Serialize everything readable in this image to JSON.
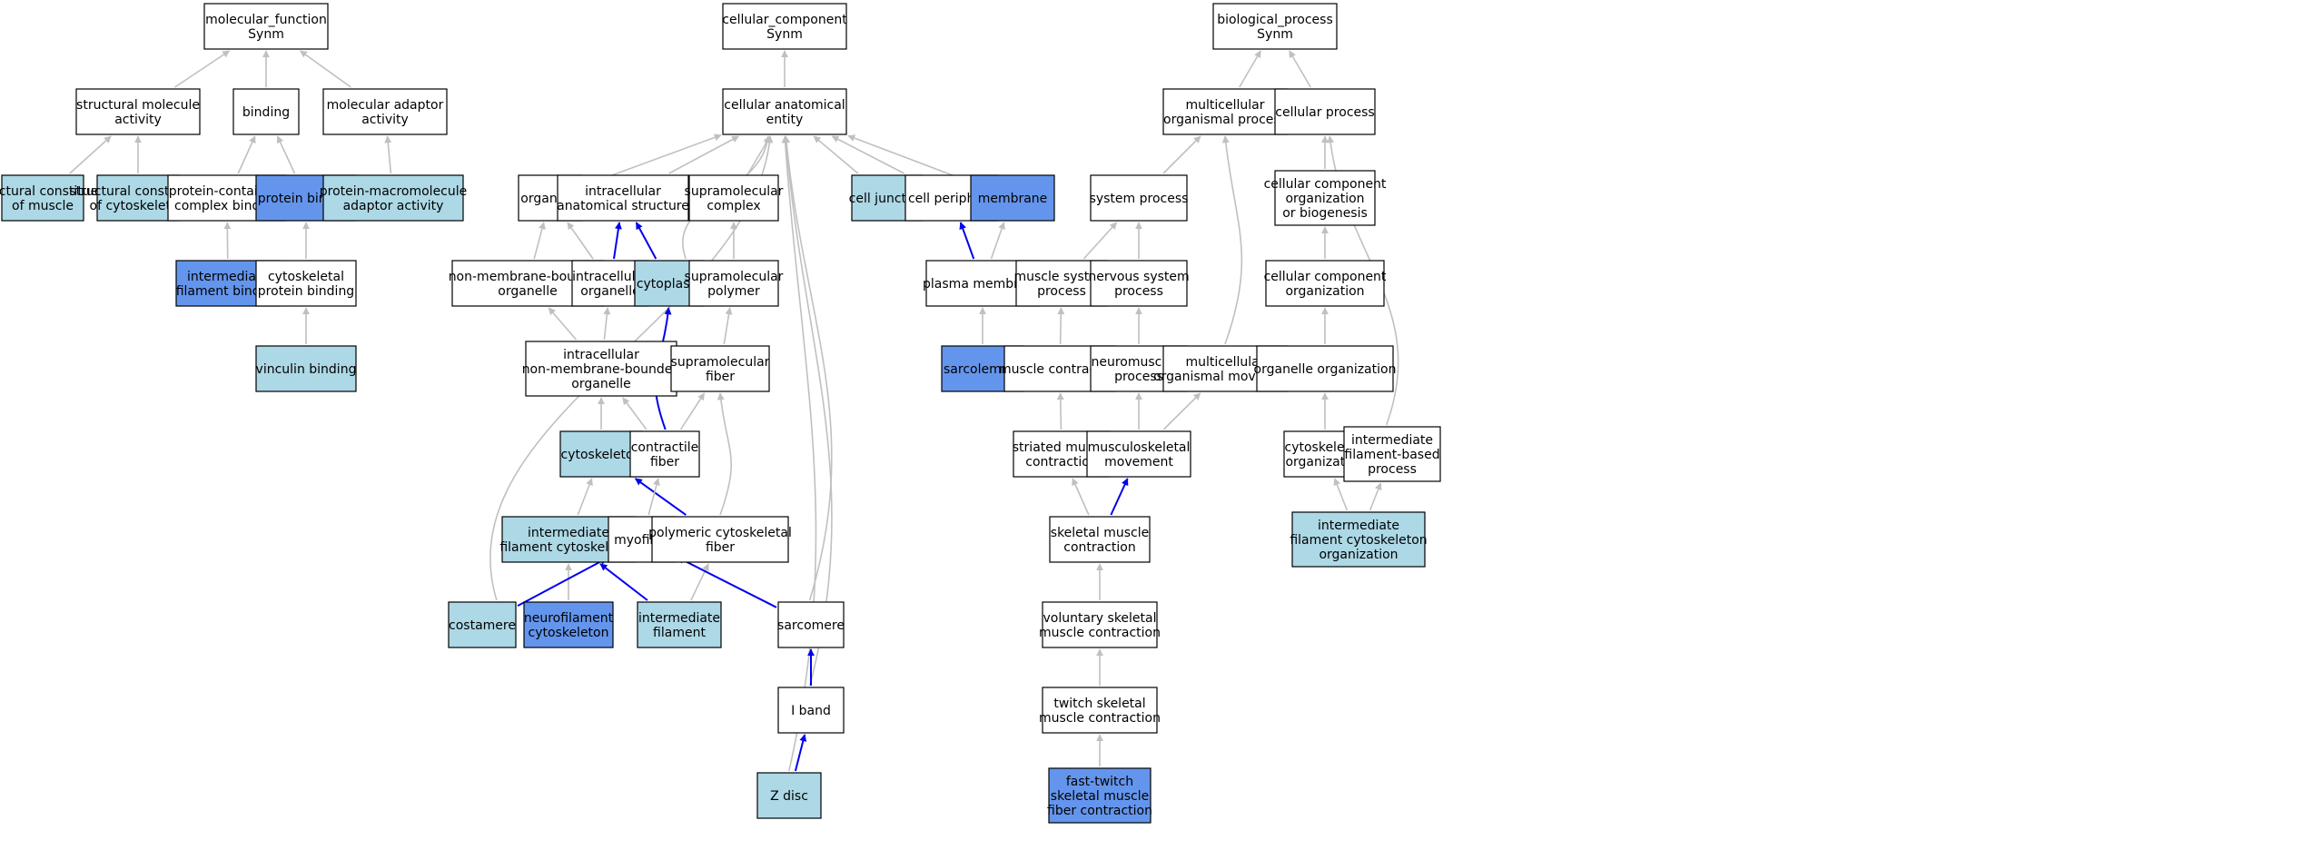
{
  "colors": {
    "plain": "#ffffff",
    "light": "#add8e6",
    "dark": "#6495ed",
    "edge_gray": "#c0c0c0",
    "edge_blue": "#0000ee"
  },
  "nodes": [
    {
      "id": "mf",
      "label": [
        "molecular_function",
        "Synm"
      ],
      "style": "plain"
    },
    {
      "id": "cc",
      "label": [
        "cellular_component",
        "Synm"
      ],
      "style": "plain"
    },
    {
      "id": "bp",
      "label": [
        "biological_process",
        "Synm"
      ],
      "style": "plain"
    },
    {
      "id": "sma",
      "label": [
        "structural molecule",
        "activity"
      ],
      "style": "plain"
    },
    {
      "id": "binding",
      "label": [
        "binding"
      ],
      "style": "plain"
    },
    {
      "id": "mad",
      "label": [
        "molecular adaptor",
        "activity"
      ],
      "style": "plain"
    },
    {
      "id": "cae",
      "label": [
        "cellular anatomical",
        "entity"
      ],
      "style": "plain"
    },
    {
      "id": "mop",
      "label": [
        "multicellular",
        "organismal process"
      ],
      "style": "plain"
    },
    {
      "id": "cp",
      "label": [
        "cellular process"
      ],
      "style": "plain"
    },
    {
      "id": "scm",
      "label": [
        "structural constituent",
        "of muscle"
      ],
      "style": "light"
    },
    {
      "id": "scc",
      "label": [
        "structural constituent",
        "of cytoskeleton"
      ],
      "style": "light"
    },
    {
      "id": "pccb",
      "label": [
        "protein-containing",
        "complex binding"
      ],
      "style": "plain"
    },
    {
      "id": "pb",
      "label": [
        "protein binding"
      ],
      "style": "dark"
    },
    {
      "id": "pmaa",
      "label": [
        "protein-macromolecule",
        "adaptor activity"
      ],
      "style": "light"
    },
    {
      "id": "organelle",
      "label": [
        "organelle"
      ],
      "style": "plain"
    },
    {
      "id": "ias",
      "label": [
        "intracellular",
        "anatomical structure"
      ],
      "style": "plain"
    },
    {
      "id": "smc",
      "label": [
        "supramolecular",
        "complex"
      ],
      "style": "plain"
    },
    {
      "id": "cj",
      "label": [
        "cell junction"
      ],
      "style": "light"
    },
    {
      "id": "cper",
      "label": [
        "cell periphery"
      ],
      "style": "plain"
    },
    {
      "id": "membrane",
      "label": [
        "membrane"
      ],
      "style": "dark"
    },
    {
      "id": "sysp",
      "label": [
        "system process"
      ],
      "style": "plain"
    },
    {
      "id": "ccob",
      "label": [
        "cellular component",
        "organization",
        "or biogenesis"
      ],
      "style": "plain"
    },
    {
      "id": "ifb",
      "label": [
        "intermediate",
        "filament binding"
      ],
      "style": "dark"
    },
    {
      "id": "cpb",
      "label": [
        "cytoskeletal",
        "protein binding"
      ],
      "style": "plain"
    },
    {
      "id": "nmbo",
      "label": [
        "non-membrane-bounded",
        "organelle"
      ],
      "style": "plain"
    },
    {
      "id": "io",
      "label": [
        "intracellular",
        "organelle"
      ],
      "style": "plain"
    },
    {
      "id": "cyto",
      "label": [
        "cytoplasm"
      ],
      "style": "light"
    },
    {
      "id": "smp",
      "label": [
        "supramolecular",
        "polymer"
      ],
      "style": "plain"
    },
    {
      "id": "pm",
      "label": [
        "plasma membrane"
      ],
      "style": "plain"
    },
    {
      "id": "msp",
      "label": [
        "muscle system",
        "process"
      ],
      "style": "plain"
    },
    {
      "id": "nsp",
      "label": [
        "nervous system",
        "process"
      ],
      "style": "plain"
    },
    {
      "id": "cco",
      "label": [
        "cellular component",
        "organization"
      ],
      "style": "plain"
    },
    {
      "id": "vb",
      "label": [
        "vinculin binding"
      ],
      "style": "light"
    },
    {
      "id": "inmbo",
      "label": [
        "intracellular",
        "non-membrane-bounded",
        "organelle"
      ],
      "style": "plain"
    },
    {
      "id": "smf",
      "label": [
        "supramolecular",
        "fiber"
      ],
      "style": "plain"
    },
    {
      "id": "sarcolemma",
      "label": [
        "sarcolemma"
      ],
      "style": "dark"
    },
    {
      "id": "mc",
      "label": [
        "muscle contraction"
      ],
      "style": "plain"
    },
    {
      "id": "nmp",
      "label": [
        "neuromuscular",
        "process"
      ],
      "style": "plain"
    },
    {
      "id": "mom",
      "label": [
        "multicellular",
        "organismal movement"
      ],
      "style": "plain"
    },
    {
      "id": "oo",
      "label": [
        "organelle organization"
      ],
      "style": "plain"
    },
    {
      "id": "cytoskeleton",
      "label": [
        "cytoskeleton"
      ],
      "style": "light"
    },
    {
      "id": "cf",
      "label": [
        "contractile",
        "fiber"
      ],
      "style": "plain"
    },
    {
      "id": "smc2",
      "label": [
        "striated muscle",
        "contraction"
      ],
      "style": "plain"
    },
    {
      "id": "msm",
      "label": [
        "musculoskeletal",
        "movement"
      ],
      "style": "plain"
    },
    {
      "id": "cso",
      "label": [
        "cytoskeleton",
        "organization"
      ],
      "style": "plain"
    },
    {
      "id": "ifbp",
      "label": [
        "intermediate",
        "filament-based",
        "process"
      ],
      "style": "plain"
    },
    {
      "id": "ifc",
      "label": [
        "intermediate",
        "filament cytoskeleton"
      ],
      "style": "light"
    },
    {
      "id": "myofibril",
      "label": [
        "myofibril"
      ],
      "style": "plain"
    },
    {
      "id": "pcf",
      "label": [
        "polymeric cytoskeletal",
        "fiber"
      ],
      "style": "plain"
    },
    {
      "id": "skmc",
      "label": [
        "skeletal muscle",
        "contraction"
      ],
      "style": "plain"
    },
    {
      "id": "ifco",
      "label": [
        "intermediate",
        "filament cytoskeleton",
        "organization"
      ],
      "style": "light"
    },
    {
      "id": "costamere",
      "label": [
        "costamere"
      ],
      "style": "light"
    },
    {
      "id": "nfc",
      "label": [
        "neurofilament",
        "cytoskeleton"
      ],
      "style": "dark"
    },
    {
      "id": "if",
      "label": [
        "intermediate",
        "filament"
      ],
      "style": "light"
    },
    {
      "id": "sarcomere",
      "label": [
        "sarcomere"
      ],
      "style": "plain"
    },
    {
      "id": "vsmc",
      "label": [
        "voluntary skeletal",
        "muscle contraction"
      ],
      "style": "plain"
    },
    {
      "id": "iband",
      "label": [
        "I band"
      ],
      "style": "plain"
    },
    {
      "id": "tsmc",
      "label": [
        "twitch skeletal",
        "muscle contraction"
      ],
      "style": "plain"
    },
    {
      "id": "zdisc",
      "label": [
        "Z disc"
      ],
      "style": "light"
    },
    {
      "id": "ftsm",
      "label": [
        "fast-twitch",
        "skeletal muscle",
        "fiber contraction"
      ],
      "style": "dark"
    }
  ],
  "edges": [
    {
      "from": "sma",
      "to": "mf",
      "type": "gray"
    },
    {
      "from": "binding",
      "to": "mf",
      "type": "gray"
    },
    {
      "from": "mad",
      "to": "mf",
      "type": "gray"
    },
    {
      "from": "scm",
      "to": "sma",
      "type": "gray"
    },
    {
      "from": "scc",
      "to": "sma",
      "type": "gray"
    },
    {
      "from": "pccb",
      "to": "binding",
      "type": "gray"
    },
    {
      "from": "pb",
      "to": "binding",
      "type": "gray"
    },
    {
      "from": "pmaa",
      "to": "mad",
      "type": "gray"
    },
    {
      "from": "ifb",
      "to": "pccb",
      "type": "gray"
    },
    {
      "from": "cpb",
      "to": "pb",
      "type": "gray"
    },
    {
      "from": "vb",
      "to": "cpb",
      "type": "gray"
    },
    {
      "from": "cae",
      "to": "cc",
      "type": "gray"
    },
    {
      "from": "organelle",
      "to": "cae",
      "type": "gray"
    },
    {
      "from": "ias",
      "to": "cae",
      "type": "gray"
    },
    {
      "from": "smc",
      "to": "cae",
      "type": "gray"
    },
    {
      "from": "cj",
      "to": "cae",
      "type": "gray"
    },
    {
      "from": "cper",
      "to": "cae",
      "type": "gray"
    },
    {
      "from": "membrane",
      "to": "cae",
      "type": "gray"
    },
    {
      "from": "cyto",
      "to": "cae",
      "type": "gray"
    },
    {
      "from": "costamere",
      "to": "cae",
      "type": "gray"
    },
    {
      "from": "sarcomere",
      "to": "cae",
      "type": "gray"
    },
    {
      "from": "zdisc",
      "to": "cae",
      "type": "gray"
    },
    {
      "from": "iband",
      "to": "cae",
      "type": "gray"
    },
    {
      "from": "nmbo",
      "to": "organelle",
      "type": "gray"
    },
    {
      "from": "io",
      "to": "organelle",
      "type": "gray"
    },
    {
      "from": "io",
      "to": "ias",
      "type": "blue"
    },
    {
      "from": "cyto",
      "to": "ias",
      "type": "blue"
    },
    {
      "from": "smp",
      "to": "smc",
      "type": "gray"
    },
    {
      "from": "pm",
      "to": "cper",
      "type": "blue"
    },
    {
      "from": "pm",
      "to": "membrane",
      "type": "gray"
    },
    {
      "from": "inmbo",
      "to": "nmbo",
      "type": "gray"
    },
    {
      "from": "inmbo",
      "to": "io",
      "type": "gray"
    },
    {
      "from": "smf",
      "to": "smp",
      "type": "gray"
    },
    {
      "from": "sarcolemma",
      "to": "pm",
      "type": "gray"
    },
    {
      "from": "cytoskeleton",
      "to": "inmbo",
      "type": "gray"
    },
    {
      "from": "cf",
      "to": "inmbo",
      "type": "gray"
    },
    {
      "from": "cf",
      "to": "cyto",
      "type": "blue"
    },
    {
      "from": "cf",
      "to": "smf",
      "type": "gray"
    },
    {
      "from": "pcf",
      "to": "smf",
      "type": "gray"
    },
    {
      "from": "pcf",
      "to": "cytoskeleton",
      "type": "blue"
    },
    {
      "from": "ifc",
      "to": "cytoskeleton",
      "type": "gray"
    },
    {
      "from": "myofibril",
      "to": "cf",
      "type": "gray"
    },
    {
      "from": "nfc",
      "to": "ifc",
      "type": "gray"
    },
    {
      "from": "if",
      "to": "ifc",
      "type": "blue"
    },
    {
      "from": "if",
      "to": "pcf",
      "type": "gray"
    },
    {
      "from": "costamere",
      "to": "myofibril",
      "type": "blue"
    },
    {
      "from": "sarcomere",
      "to": "myofibril",
      "type": "blue"
    },
    {
      "from": "iband",
      "to": "sarcomere",
      "type": "blue"
    },
    {
      "from": "zdisc",
      "to": "iband",
      "type": "blue"
    },
    {
      "from": "mop",
      "to": "bp",
      "type": "gray"
    },
    {
      "from": "cp",
      "to": "bp",
      "type": "gray"
    },
    {
      "from": "sysp",
      "to": "mop",
      "type": "gray"
    },
    {
      "from": "mom",
      "to": "mop",
      "type": "gray"
    },
    {
      "from": "msp",
      "to": "sysp",
      "type": "gray"
    },
    {
      "from": "nsp",
      "to": "sysp",
      "type": "gray"
    },
    {
      "from": "mc",
      "to": "msp",
      "type": "gray"
    },
    {
      "from": "nmp",
      "to": "nsp",
      "type": "gray"
    },
    {
      "from": "smc2",
      "to": "mc",
      "type": "gray"
    },
    {
      "from": "msm",
      "to": "nmp",
      "type": "gray"
    },
    {
      "from": "msm",
      "to": "mom",
      "type": "gray"
    },
    {
      "from": "skmc",
      "to": "smc2",
      "type": "gray"
    },
    {
      "from": "skmc",
      "to": "msm",
      "type": "blue"
    },
    {
      "from": "vsmc",
      "to": "skmc",
      "type": "gray"
    },
    {
      "from": "tsmc",
      "to": "vsmc",
      "type": "gray"
    },
    {
      "from": "ftsm",
      "to": "tsmc",
      "type": "gray"
    },
    {
      "from": "ccob",
      "to": "cp",
      "type": "gray"
    },
    {
      "from": "cco",
      "to": "ccob",
      "type": "gray"
    },
    {
      "from": "oo",
      "to": "cco",
      "type": "gray"
    },
    {
      "from": "cso",
      "to": "oo",
      "type": "gray"
    },
    {
      "from": "ifbp",
      "to": "cp",
      "type": "gray"
    },
    {
      "from": "ifco",
      "to": "cso",
      "type": "gray"
    },
    {
      "from": "ifco",
      "to": "ifbp",
      "type": "gray"
    }
  ]
}
